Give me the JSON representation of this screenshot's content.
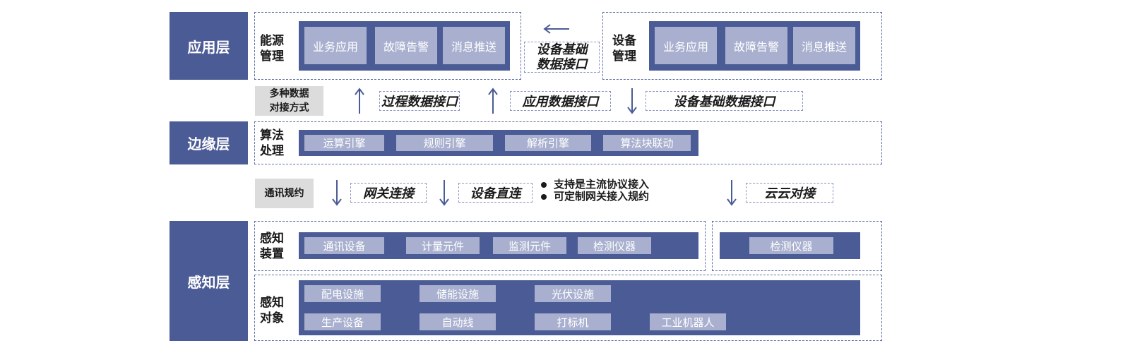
{
  "layers": {
    "app": "应用层",
    "edge": "边缘层",
    "sense": "感知层"
  },
  "app_layer": {
    "energy": {
      "label_line1": "能源",
      "label_line2": "管理",
      "chips": [
        "业务应用",
        "故障告警",
        "消息推送"
      ]
    },
    "device": {
      "label_line1": "设备",
      "label_line2": "管理",
      "chips": [
        "业务应用",
        "故障告警",
        "消息推送"
      ]
    },
    "device_interface_line1": "设备基础",
    "device_interface_line2": "数据接口"
  },
  "data_docking": {
    "label_line1": "多种数据",
    "label_line2": "对接方式",
    "interfaces": [
      "过程数据接口",
      "应用数据接口",
      "设备基础数据接口"
    ]
  },
  "edge_layer": {
    "label_line1": "算法",
    "label_line2": "处理",
    "chips": [
      "运算引擎",
      "规则引擎",
      "解析引擎",
      "算法块联动"
    ]
  },
  "protocol": {
    "label": "通讯规约",
    "gateway": "网关连接",
    "direct": "设备直连",
    "bullets": [
      "支持是主流协议接入",
      "可定制网关接入规约"
    ],
    "cloud": "云云对接"
  },
  "sense_layer": {
    "device": {
      "label_line1": "感知",
      "label_line2": "装置",
      "chips": [
        "通讯设备",
        "计量元件",
        "监测元件",
        "检测仪器"
      ],
      "right_chip": "检测仪器"
    },
    "object": {
      "label_line1": "感知",
      "label_line2": "对象",
      "row1": [
        "配电设施",
        "储能设施",
        "光伏设施"
      ],
      "row2": [
        "生产设备",
        "自动线",
        "打标机",
        "工业机器人"
      ]
    }
  },
  "colors": {
    "layer_blue": "#4b5b95",
    "chip_light": "#a9b0cf",
    "gray_box": "#dcdcdc",
    "dash_border": "#5f6fa6"
  },
  "icons": [
    "arrow-left-icon",
    "arrow-up-icon",
    "arrow-down-icon",
    "bullet-dot-icon"
  ]
}
